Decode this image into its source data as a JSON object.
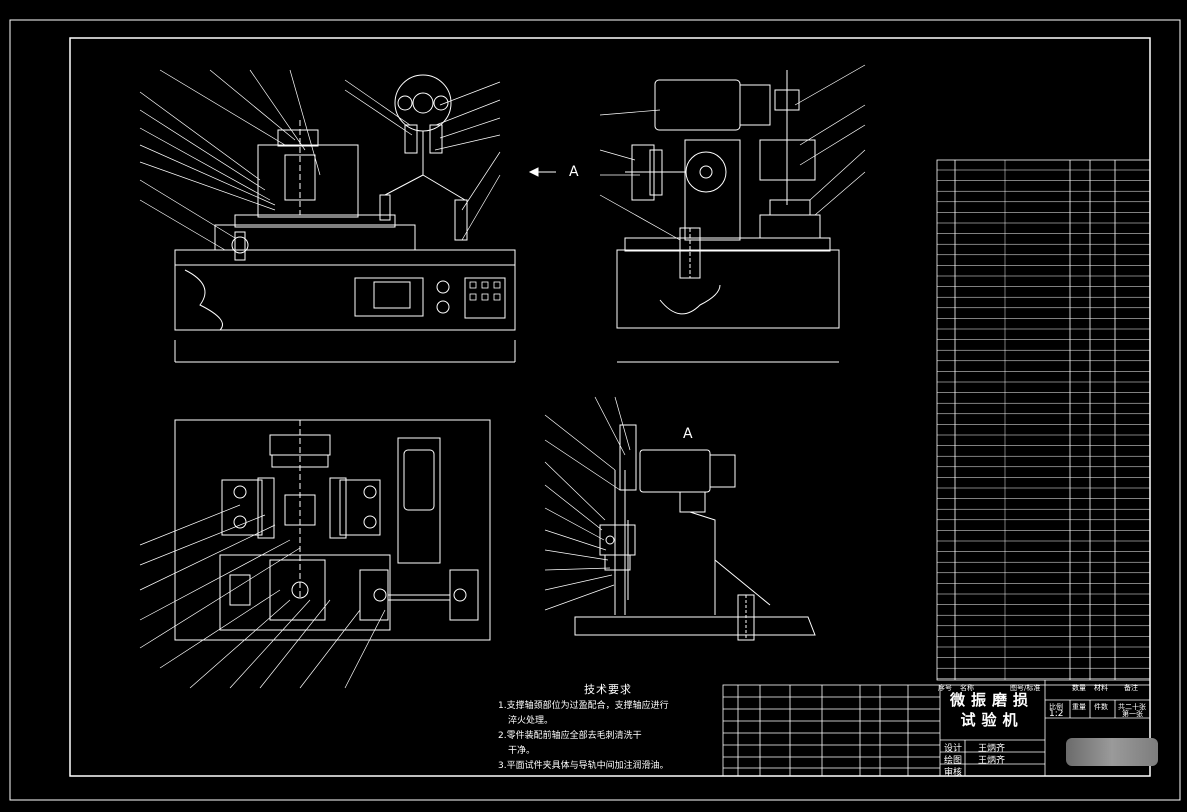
{
  "drawing": {
    "title_line1": "微振磨损",
    "title_line2": "试验机",
    "view_label_a1": "A",
    "view_label_a2": "A",
    "scale": "1:2",
    "sheet": "第一张",
    "sheets_total": "共二十张",
    "design_label": "设计",
    "check_label": "绘图",
    "approve_label": "审核",
    "designer": "王炳齐",
    "drafter": "王炳齐",
    "title_block_headers": [
      "序号",
      "名称",
      "图号/标准",
      "数量",
      "材料",
      "备注"
    ],
    "scale_label": "比例",
    "weight_label": "重量",
    "count_label": "件数"
  },
  "tech_requirements": {
    "heading": "技术要求",
    "items": [
      "1.支撑轴颈部位为过盈配合，支撑轴应进行",
      "淬火处理。",
      "2.零件装配前轴应全部去毛刺清洗干",
      "干净。",
      "3.平面试件夹具体与导轨中间加注润滑油。"
    ]
  },
  "colors": {
    "background": "#000000",
    "lines": "#ffffff"
  }
}
